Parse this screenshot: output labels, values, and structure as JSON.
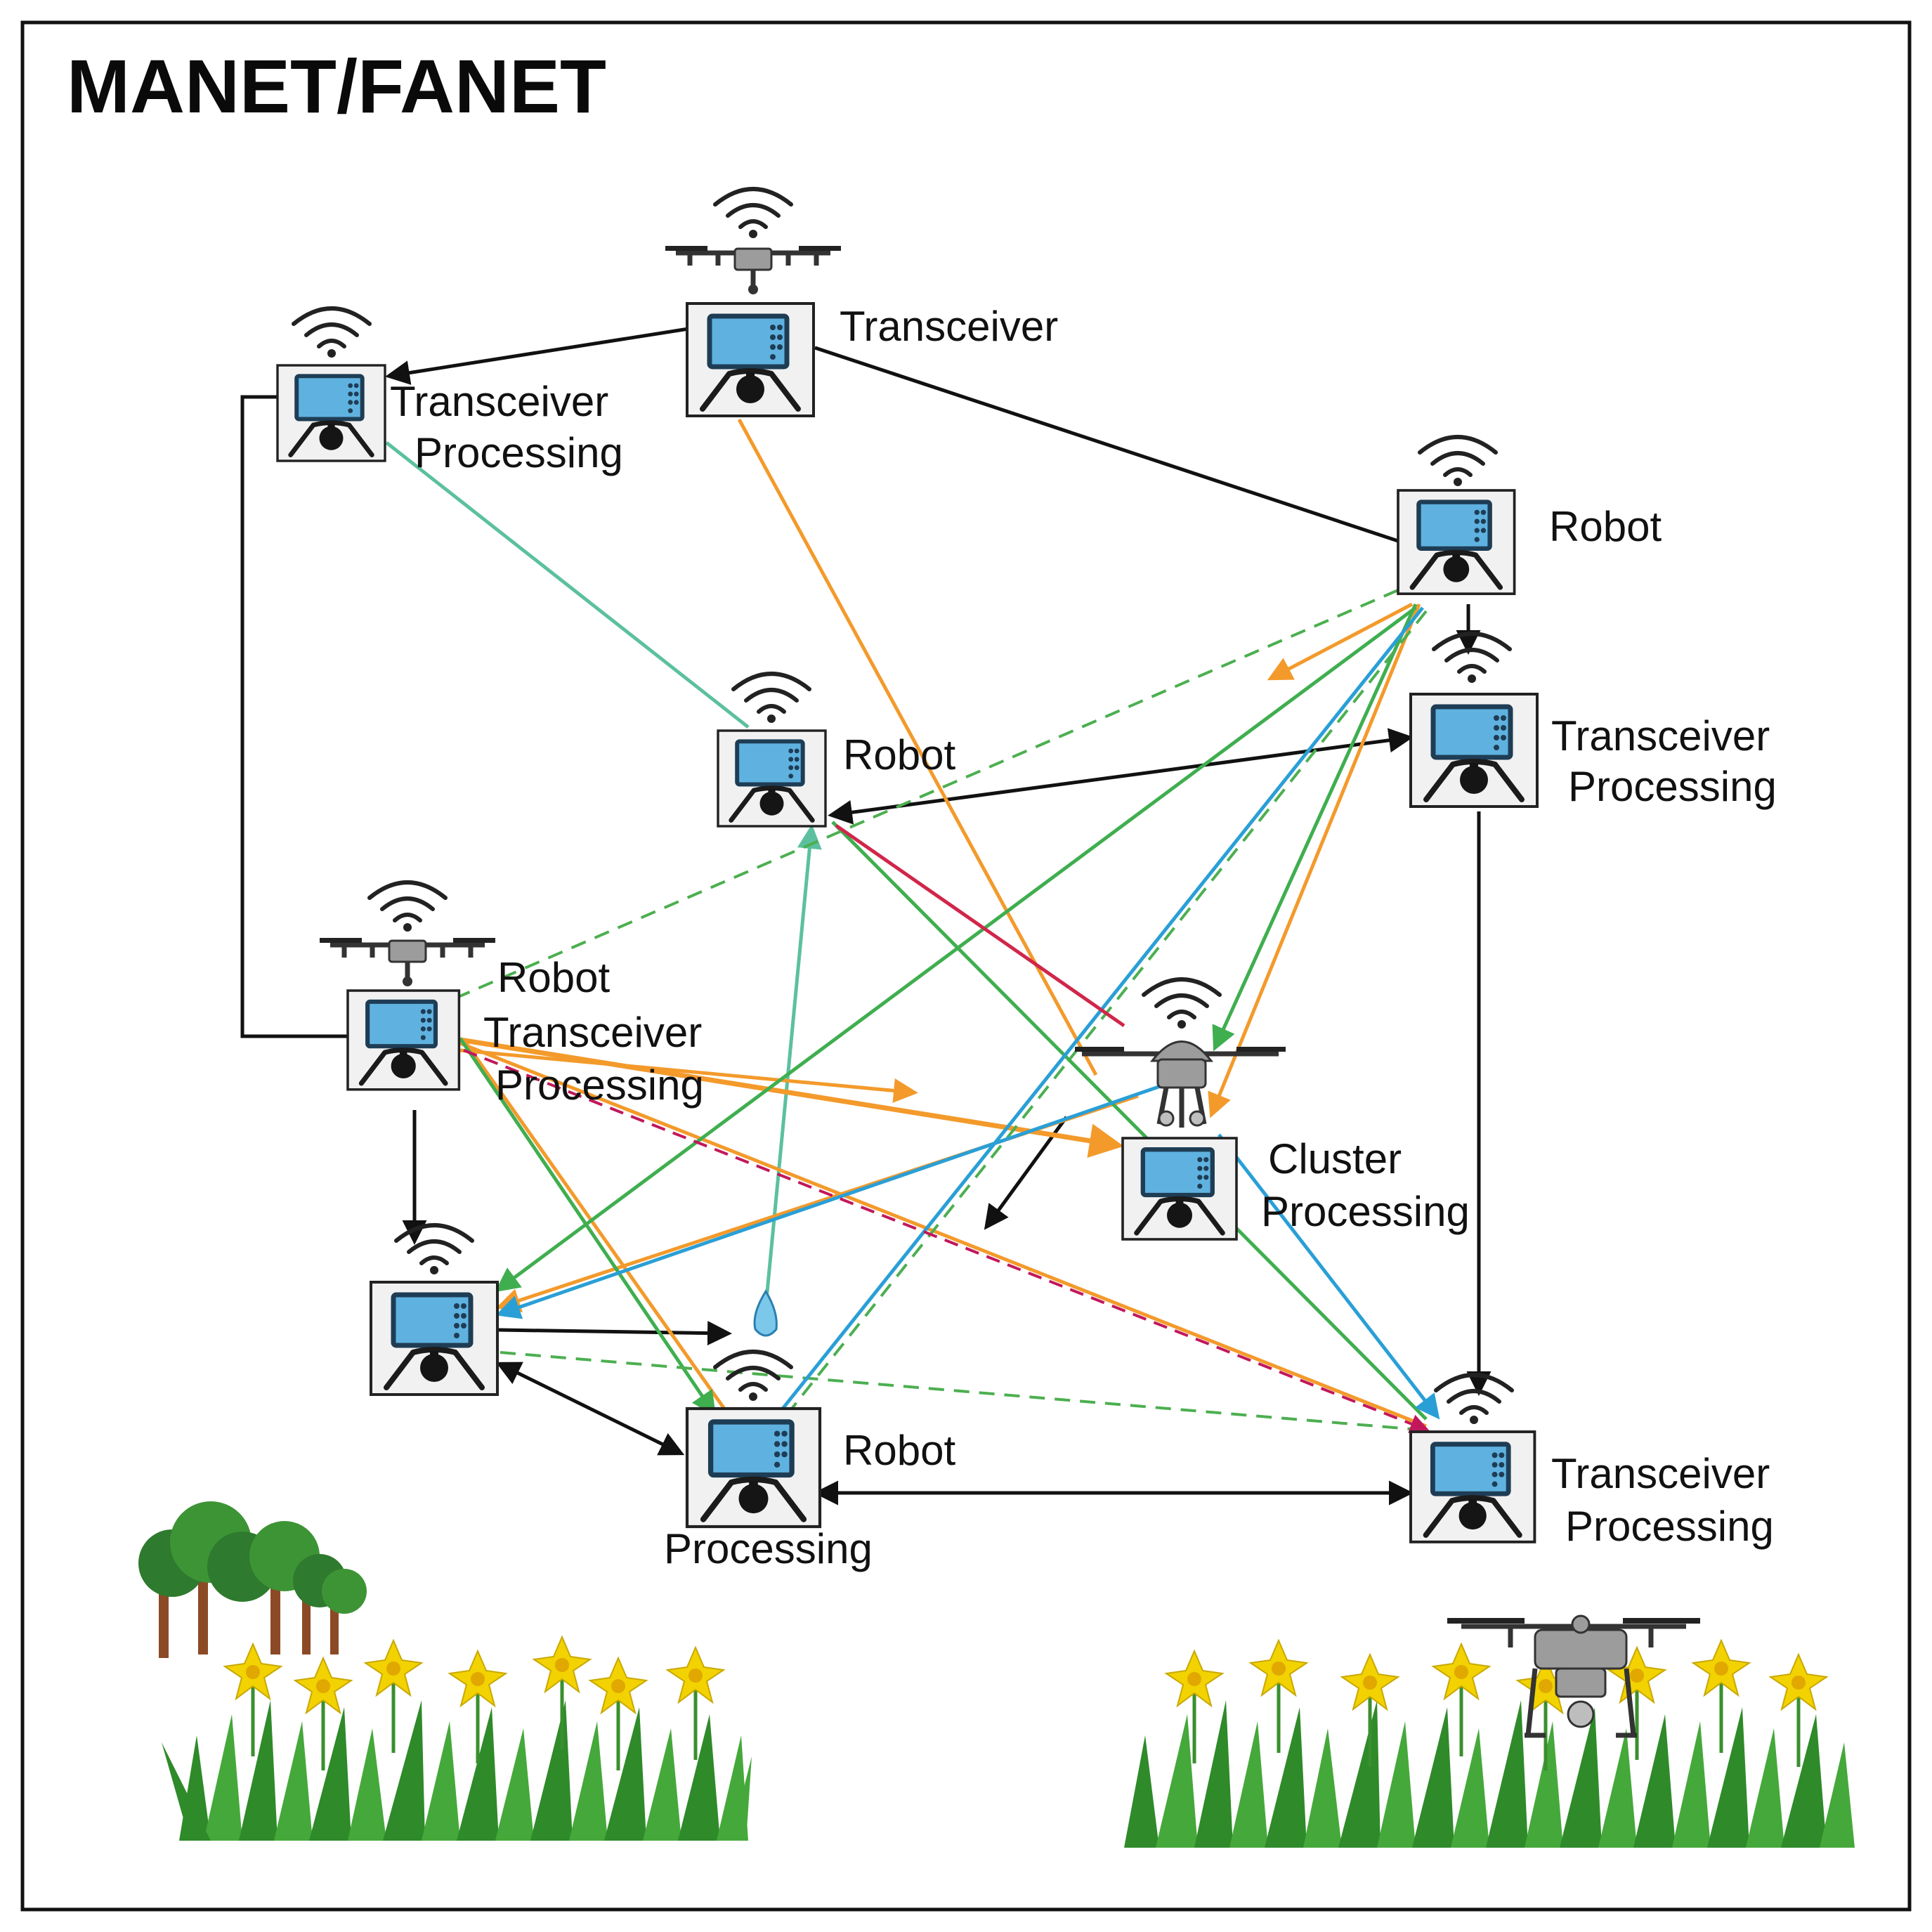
{
  "title": "MANET/FANET",
  "nodes": [
    {
      "id": "top",
      "lines": [
        "Transceiver"
      ]
    },
    {
      "id": "upper-left",
      "lines": [
        "Transceiver",
        "Processing"
      ]
    },
    {
      "id": "right-top",
      "lines": [
        "Robot"
      ]
    },
    {
      "id": "center",
      "lines": [
        "Robot"
      ]
    },
    {
      "id": "right-mid",
      "lines": [
        "Transceiver",
        "Processing"
      ]
    },
    {
      "id": "left-mid",
      "lines": [
        "Robot",
        "Transceiver",
        "Processing"
      ]
    },
    {
      "id": "cluster",
      "lines": [
        "Cluster",
        "Processing"
      ]
    },
    {
      "id": "lower-left",
      "lines": []
    },
    {
      "id": "bottom-center",
      "lines": [
        "Robot",
        "Processing"
      ]
    },
    {
      "id": "bottom-right",
      "lines": [
        "Transceiver",
        "Processing"
      ]
    }
  ],
  "colors": {
    "black": "#111111",
    "orange": "#f39a2b",
    "green": "#3fae4f",
    "teal": "#5cc0a0",
    "blue": "#2a9fd6",
    "red": "#d0264a",
    "magenta": "#c2185b",
    "dashed_green": "#4caf50"
  },
  "icons": [
    "robot-box-icon",
    "quadcopter-drone-icon",
    "wifi-signal-icon",
    "tree-icon",
    "daffodil-flower-icon"
  ]
}
